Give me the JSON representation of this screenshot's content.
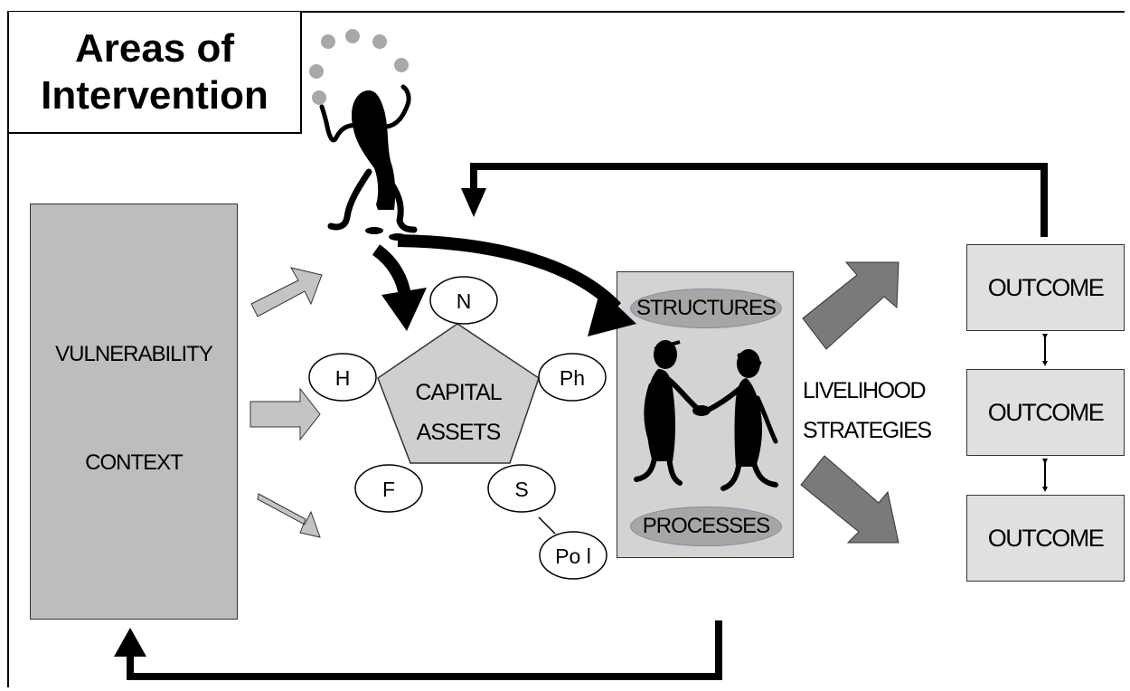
{
  "title": {
    "line1": "Areas of",
    "line2": "Intervention"
  },
  "vulnerability": {
    "line1": "VULNERABILITY",
    "line2": "CONTEXT"
  },
  "capital_assets": {
    "center_line1": "CAPITAL",
    "center_line2": "ASSETS",
    "nodes": [
      "N",
      "Ph",
      "S",
      "F",
      "H"
    ],
    "political_node": "Po l"
  },
  "structures_processes": {
    "top": "STRUCTURES",
    "bottom": "PROCESSES"
  },
  "livelihood": {
    "line1": "LIVELIHOOD",
    "line2": "STRATEGIES"
  },
  "outcomes": [
    "OUTCOME",
    "OUTCOME",
    "OUTCOME"
  ],
  "colors": {
    "context_fill": "#bdbdbd",
    "pentagon_fill": "#cfcfcf",
    "transforming_fill": "#d3d3d3",
    "pill_fill": "#a6a6a6",
    "outcome_fill": "#e0e0e0",
    "light_arrow": "#c4c4c4",
    "dark_arrow": "#7a7a7a",
    "dots": "#a8a8a8"
  },
  "icons": [
    "juggler-figure-icon",
    "handshake-figures-icon"
  ]
}
